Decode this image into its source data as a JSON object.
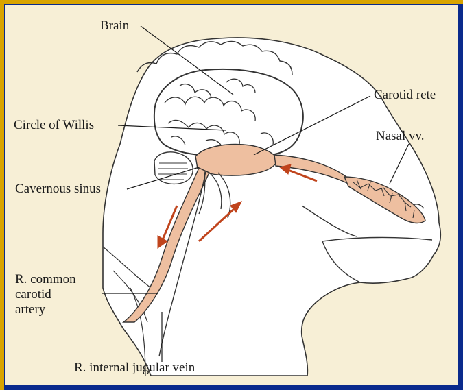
{
  "labels": {
    "brain": "Brain",
    "carotid_rete": "Carotid rete",
    "circle_of_willis": "Circle of Willis",
    "nasal_vv": "Nasal vv.",
    "cavernous_sinus": "Cavernous sinus",
    "r_common_carotid_artery": [
      "R. common",
      "carotid",
      "artery"
    ],
    "r_internal_jugular_vein": "R. internal jugular vein"
  },
  "colors": {
    "frame": "#0a2a8c",
    "frame_accent": "#d9a400",
    "page": "#f3e6c0",
    "head": "#ffffff",
    "vessel": "#eebfa0",
    "arrow": "#c0441c"
  }
}
